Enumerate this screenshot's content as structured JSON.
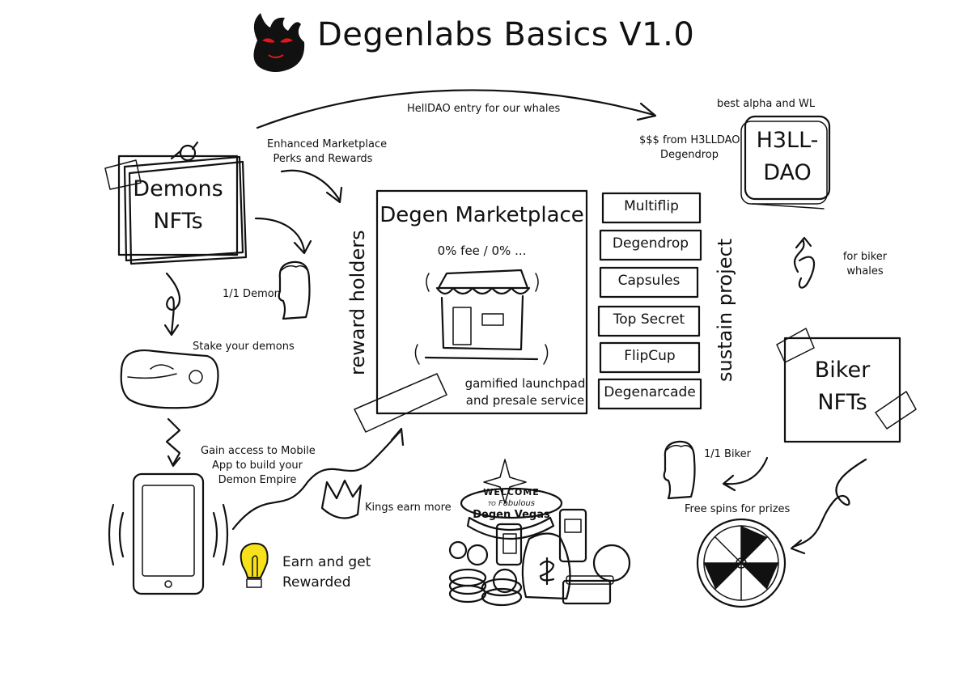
{
  "title": "Degenlabs Basics V1.0",
  "top_arrow_label": "HellDAO entry for our whales",
  "hell_dao": {
    "caption": "best alpha and WL",
    "line1": "H3LL-",
    "line2": "DAO"
  },
  "from_hell": {
    "line1": "$$$  from H3LLDAO",
    "line2": "Degendrop"
  },
  "demons": {
    "line1": "Demons",
    "line2": "NFTs"
  },
  "enhanced": {
    "line1": "Enhanced Marketplace",
    "line2": "Perks and Rewards"
  },
  "one_of_one_demon": "1/1 Demon",
  "stake": "Stake your demons",
  "reward_holders": "reward holders",
  "marketplace": {
    "title": "Degen Marketplace",
    "fee": "0% fee / 0% ...",
    "line1": "gamified launchpad",
    "line2": "and presale service"
  },
  "projects": [
    "Multiflip",
    "Degendrop",
    "Capsules",
    "Top Secret",
    "FlipCup",
    "Degenarcade"
  ],
  "sustain": "sustain project",
  "biker_whales": {
    "line1": "for biker",
    "line2": "whales"
  },
  "biker": {
    "line1": "Biker",
    "line2": "NFTs"
  },
  "one_of_one_biker": "1/1 Biker",
  "free_spins": "Free spins for prizes",
  "mobile": {
    "line1": "Gain access to Mobile",
    "line2": "App to build your",
    "line3": "Demon Empire"
  },
  "kings": "Kings earn more",
  "earn": {
    "line1": "Earn and get",
    "line2": "Rewarded"
  },
  "vegas": {
    "welcome": "WELCOME",
    "to": "TO",
    "fabulous": "Fabulous",
    "name": "Degen Vegas"
  },
  "colors": {
    "ink": "#111111",
    "bulb": "#f7e11b",
    "demon_eyes": "#e3161b",
    "paper": "#ffffff"
  },
  "icons": [
    "demon-logo-icon",
    "pushpin-icon",
    "statue-head-icon",
    "steak-icon",
    "phone-icon",
    "storefront-icon",
    "crown-icon",
    "lightbulb-icon",
    "vegas-sign-icon",
    "coins-icon",
    "prize-wheel-icon",
    "tape-icon"
  ]
}
